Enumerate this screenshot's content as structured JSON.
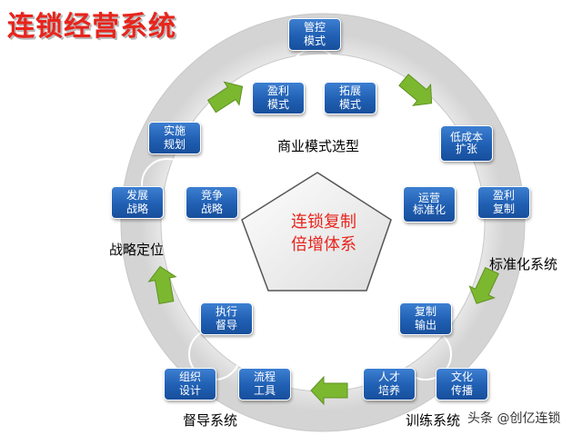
{
  "title": "连锁经营系统",
  "center": "连锁复制\n倍增体系",
  "sections": [
    {
      "label": "商业模式选型",
      "boxes": [
        "管控\n模式",
        "盈利\n模式",
        "拓展\n模式"
      ]
    },
    {
      "label": "标准化系统",
      "boxes": [
        "低成本\n扩张",
        "运营\n标准化",
        "盈利\n复制"
      ]
    },
    {
      "label": "训练系统",
      "boxes": [
        "复制\n输出",
        "人才\n培养",
        "文化\n传播"
      ]
    },
    {
      "label": "督导系统",
      "boxes": [
        "执行\n督导",
        "组织\n设计",
        "流程\n工具"
      ]
    },
    {
      "label": "战略定位",
      "boxes": [
        "实施\n规划",
        "发展\n战略",
        "竞争\n战略"
      ]
    }
  ],
  "watermark": "头条 @创亿连锁",
  "colors": {
    "title": "#e8241c",
    "box": "#205fb3",
    "arrow": "#7cb82f",
    "ring": "#e6e6e6"
  }
}
